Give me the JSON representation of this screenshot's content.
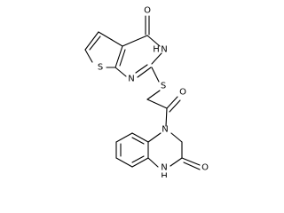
{
  "atom_labels": {
    "o_top": "O",
    "nh_pyrimidinone": "N",
    "h_pyrimidinone": "H",
    "s_thiophene": "S",
    "n_pyrimidine": "N",
    "s_thioether": "S",
    "o_acyl": "O",
    "n_quinoxaline": "N",
    "o_lactam": "O",
    "n_lactam": "N",
    "h_lactam": "H"
  },
  "colors": {
    "bond": "#000000",
    "label": "#000000",
    "background": "#ffffff"
  }
}
